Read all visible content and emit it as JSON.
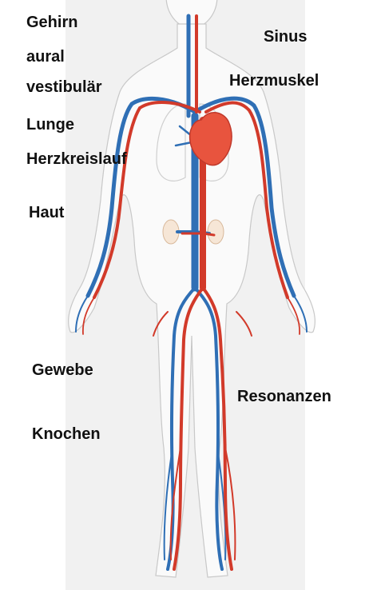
{
  "labels": {
    "gehirn": "Gehirn",
    "aural": "aural",
    "vestibular": "vestibulär",
    "lunge": "Lunge",
    "herzkreislauf": "Herzkreislauf",
    "haut": "Haut",
    "gewebe": "Gewebe",
    "knochen": "Knochen",
    "sinus": "Sinus",
    "herzmuskel": "Herzmuskel",
    "resonanzen": "Resonanzen"
  },
  "colors": {
    "artery": "#d23a2a",
    "vein": "#2f6fb5",
    "heart": "#e8543e",
    "body_outline": "#c8c8c8",
    "panel_background": "#f1f1f1"
  }
}
